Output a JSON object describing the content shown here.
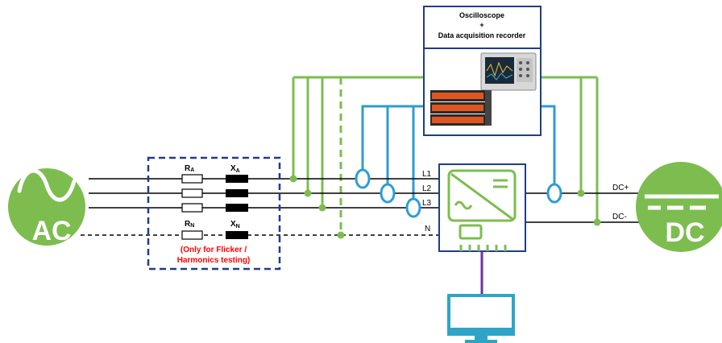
{
  "ac_source": {
    "label": "AC",
    "color": "#7dbd4f"
  },
  "dc_source": {
    "label": "DC",
    "color": "#7dbd4f"
  },
  "instrument_box": {
    "title_line1": "Oscilloscope",
    "title_line2": "+",
    "title_line3": "Data acquisition recorder"
  },
  "impedance": {
    "r_a_main": "R",
    "r_a_sub": "A",
    "x_a_main": "X",
    "x_a_sub": "A",
    "r_n_main": "R",
    "r_n_sub": "N",
    "x_n_main": "X",
    "x_n_sub": "N",
    "note_line1": "(Only for Flicker /",
    "note_line2": "Harmonics testing)"
  },
  "lines": {
    "l1": "L1",
    "l2": "L2",
    "l3": "L3",
    "n": "N",
    "dc_plus": "DC+",
    "dc_minus": "DC-"
  },
  "colors": {
    "voltage_probe": "#7dbd4f",
    "current_probe": "#2e9bd6",
    "box_border": "#1f3e86",
    "note_red": "#ff0000",
    "comm_link": "#7030a0",
    "monitor": "#2ea5c7"
  }
}
